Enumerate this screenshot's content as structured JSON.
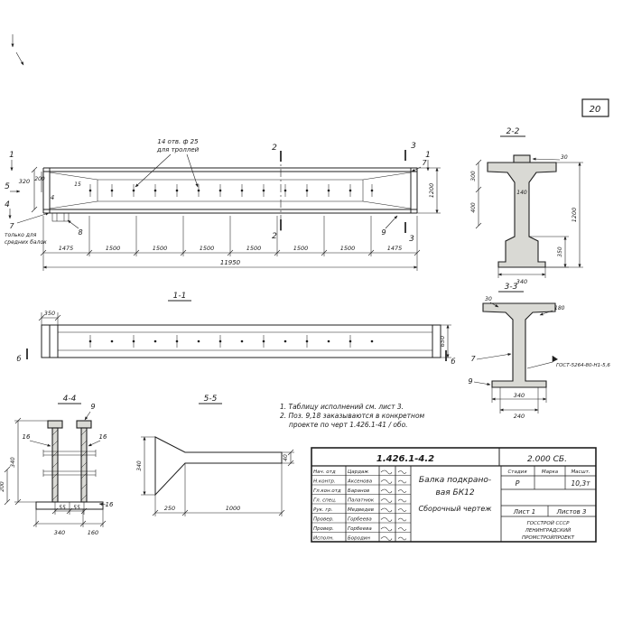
{
  "colors": {
    "ink": "#1f1f1f",
    "paper": "#ffffff",
    "section_fill": "#d9d9d4"
  },
  "sheet": {
    "number": "20",
    "doc_left": "1.426.1-4.2",
    "doc_right": "2.000 СБ.",
    "title_line1": "Балка подкрано-",
    "title_line2": "вая БК12",
    "title_line3": "Сборочный чертеж",
    "stage_header": [
      "Стадия",
      "Марка",
      "Масшт."
    ],
    "stage": "Р",
    "mass": "10,3т",
    "sheet_label": "Лист 1",
    "sheets_label": "Листов 3",
    "org": [
      "ГОССТРОЙ СССР",
      "ЛЕНИНГРАДСКИЙ",
      "ПРОМСТРОЙПРОЕКТ"
    ],
    "signatures": [
      {
        "role": "Нач. отд",
        "name": "Цардаж"
      },
      {
        "role": "Н.контр.",
        "name": "Аксенова"
      },
      {
        "role": "Гл.кон.отд",
        "name": "Баранов"
      },
      {
        "role": "Гл. спец.",
        "name": "Палатнюк"
      },
      {
        "role": "Рук. гр.",
        "name": "Медведев"
      },
      {
        "role": "Провер.",
        "name": "Горбеева"
      },
      {
        "role": "Провер.",
        "name": "Горбеева"
      },
      {
        "role": "Исполн.",
        "name": "Бородин"
      }
    ]
  },
  "notes": [
    "1. Таблицу исполнений см. лист 3.",
    "2. Поз. 9,18 заказываются в конкретном",
    "проекте по черт 1.426.1-41 / обо."
  ],
  "elevation": {
    "callout_line1": "14 отв. ф 25",
    "callout_line2": "для троллей",
    "marker_1": "1",
    "marker_2": "2",
    "marker_3": "3",
    "marker_4": "4",
    "marker_5": "5",
    "dim_320": "320",
    "dim_200": "200",
    "dim_15": "15",
    "dim_1200": "1200",
    "pos_4": "4",
    "pos_7": "7",
    "pos_8": "8",
    "pos_9": "9",
    "note_line1": "только для",
    "note_line2": "средних балок",
    "chain": [
      "1475",
      "1500",
      "1500",
      "1500",
      "1500",
      "1500",
      "1500",
      "1475"
    ],
    "total": "11950"
  },
  "section11": {
    "title": "1-1",
    "dim_350": "350",
    "dim_650": "650",
    "marker_b": "б"
  },
  "section22": {
    "title": "2-2",
    "dim_30": "30",
    "dim_300": "300",
    "dim_400": "400",
    "dim_140": "140",
    "dim_1200": "1200",
    "dim_350": "350",
    "dim_340": "340"
  },
  "section33": {
    "title": "3-3",
    "dim_30": "30",
    "dim_180": "180",
    "pos_7": "7",
    "pos_9": "9",
    "weld": "ГОСТ-5264-80-Н1-5,6",
    "dim_340": "340",
    "dim_240": "240"
  },
  "section44": {
    "title": "4-4",
    "pos_9": "9",
    "dim_16": "16",
    "dim_340_h": "340",
    "dim_200": "200",
    "dim_55": "55",
    "dim_340_b": "340",
    "dim_160": "160"
  },
  "section55": {
    "title": "5-5",
    "dim_340": "340",
    "dim_40": "40",
    "dim_250": "250",
    "dim_1000": "1000"
  }
}
